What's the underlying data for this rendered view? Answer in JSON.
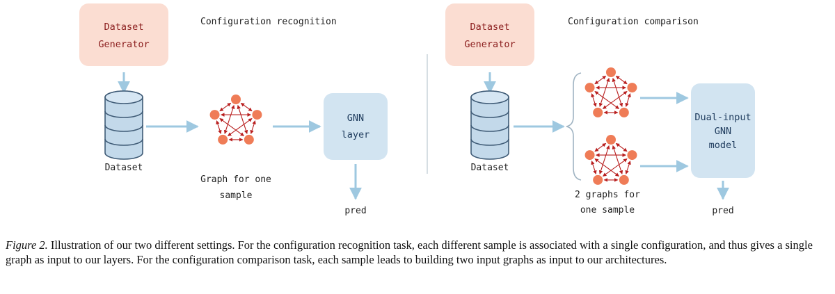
{
  "left": {
    "generator_line1": "Dataset",
    "generator_line2": "Generator",
    "title": "Configuration recognition",
    "dataset_label": "Dataset",
    "graph_label_line1": "Graph for one",
    "graph_label_line2": "sample",
    "model_line1": "GNN",
    "model_line2": "layer",
    "output": "pred"
  },
  "right": {
    "generator_line1": "Dataset",
    "generator_line2": "Generator",
    "title": "Configuration comparison",
    "dataset_label": "Dataset",
    "graph_label_line1": "2 graphs for",
    "graph_label_line2": "one sample",
    "model_line1": "Dual-input",
    "model_line2": "GNN",
    "model_line3": "model",
    "output": "pred"
  },
  "caption": {
    "figure": "Figure 2.",
    "text": " Illustration of our two different settings. For the configuration recognition task, each different sample is associated with a single configuration, and thus gives a single graph as input to our layers. For the configuration comparison task, each sample leads to building two input graphs as input to our architectures."
  },
  "colors": {
    "generator_fill": "#fbddd2",
    "generator_text": "#8a1c1c",
    "model_fill": "#d2e4f1",
    "model_text": "#1d3a5c",
    "arrow": "#9ec8e0",
    "node": "#ef7c57",
    "edge": "#b81e1e",
    "database_fill": "#c3d9ea",
    "database_stroke": "#3f5b76"
  }
}
